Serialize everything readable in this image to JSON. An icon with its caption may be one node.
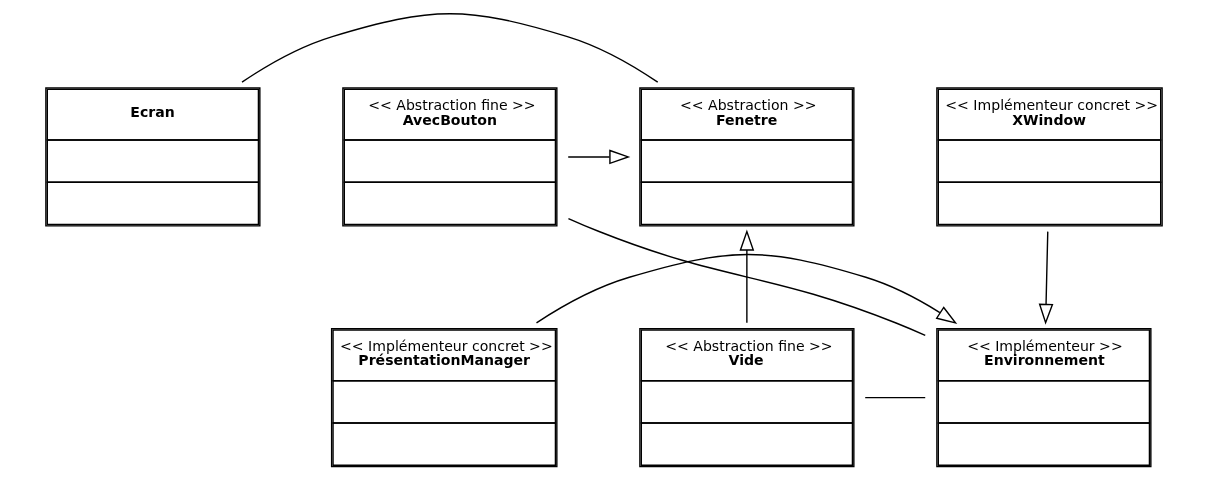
{
  "diagram": {
    "nodes": [
      {
        "text": [
          "Ecran"
        ]
      },
      {
        "text": [
          "<< Abstraction >>",
          "Fenetre"
        ]
      },
      {
        "text": [
          "<< Abstraction fine >>",
          "AvecBouton"
        ]
      },
      {
        "text": [
          "<< Implémenteur concret >>",
          "XWindow"
        ]
      },
      {
        "text": [
          "<< Abstraction fine >>",
          "Vide"
        ]
      },
      {
        "text": [
          "<< Implémenteur >>",
          "Environnement"
        ]
      },
      {
        "text": [
          "<< Implémenteur concret >>",
          "PrésentationManager"
        ]
      }
    ],
    "edges": [
      {
        "from": 0,
        "to": 1,
        "arrow": "none"
      },
      {
        "from": 2,
        "to": 1,
        "arrow": "to"
      },
      {
        "from": 4,
        "to": 1,
        "arrow": "to"
      },
      {
        "from": 2,
        "to": 5,
        "arrow": "none"
      },
      {
        "from": 3,
        "to": 5,
        "arrow": "to"
      },
      {
        "from": 4,
        "to": 5,
        "arrow": "none"
      },
      {
        "from": 6,
        "to": 5,
        "arrow": "to"
      }
    ]
  }
}
